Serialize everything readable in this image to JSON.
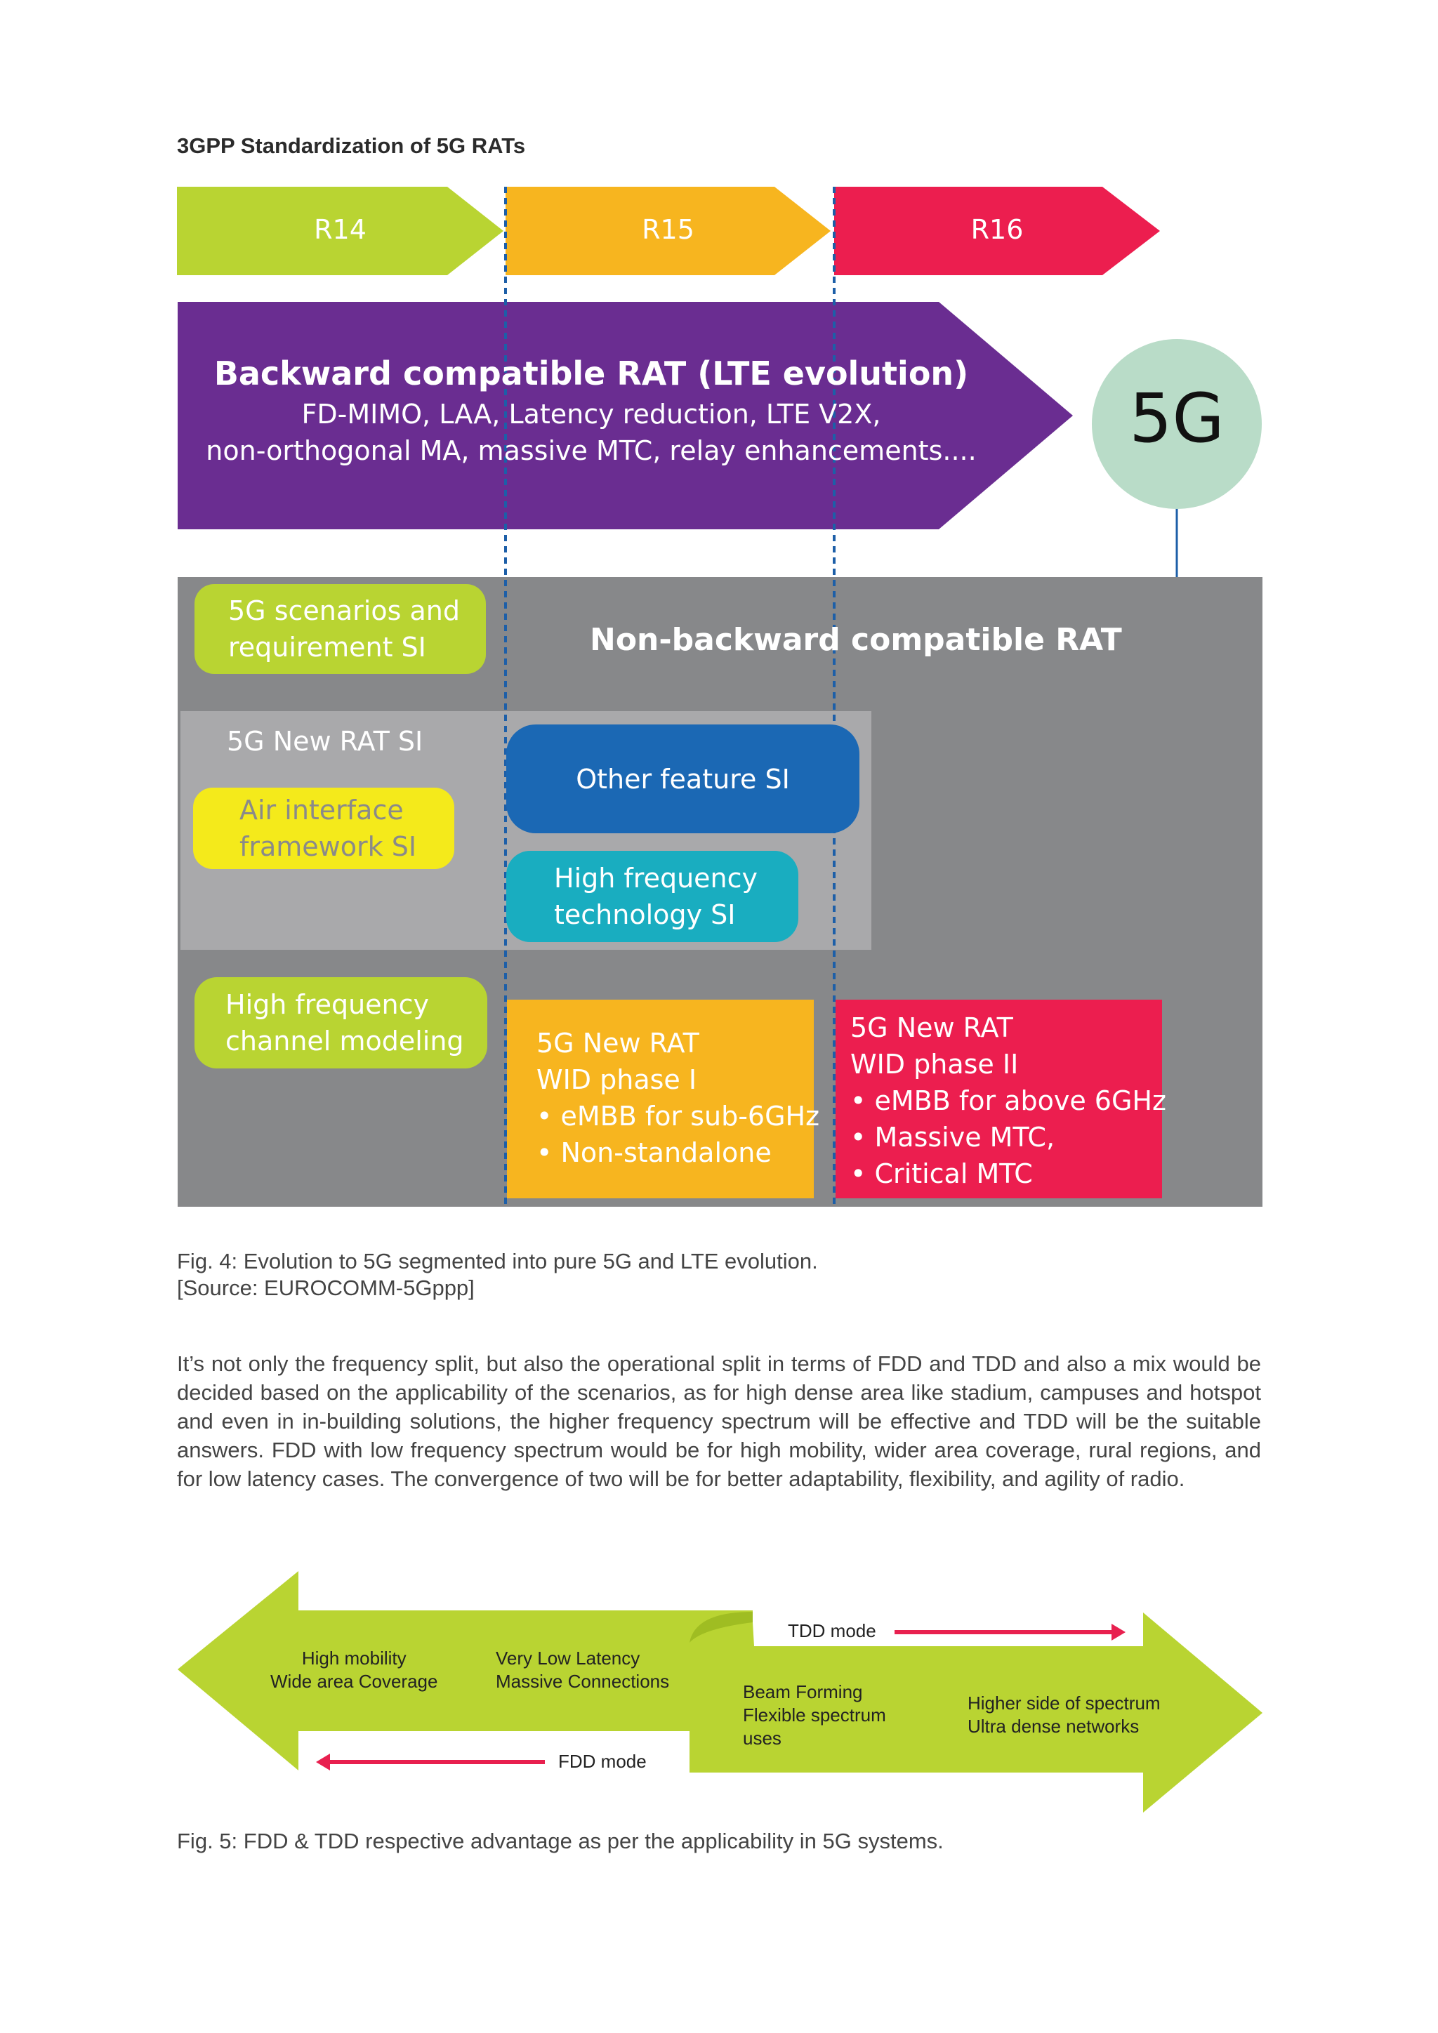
{
  "heading": "3GPP Standardization of 5G RATs",
  "figure4": {
    "releases": [
      "R14",
      "R15",
      "R16"
    ],
    "backward": {
      "title": "Backward compatible RAT (LTE evolution)",
      "line1": "FD-MIMO, LAA, Latency reduction, LTE V2X,",
      "line2": "non-orthogonal MA, massive MTC, relay enhancements...."
    },
    "badge": "5G",
    "non_backward_title": "Non-backward compatible RAT",
    "scenarios_si": [
      "5G scenarios and",
      "requirement SI"
    ],
    "new_rat_si_label": "5G New RAT SI",
    "air_interface": [
      "Air interface",
      "framework SI"
    ],
    "other_feature": "Other feature SI",
    "high_freq_tech": [
      "High frequency",
      "technology SI"
    ],
    "channel_modeling": [
      "High frequency",
      "channel modeling"
    ],
    "phase1": [
      "5G New RAT",
      "WID phase I",
      "• eMBB for sub-6GHz",
      "• Non-standalone"
    ],
    "phase2": [
      "5G New RAT",
      "WID phase II",
      "• eMBB for above 6GHz",
      "• Massive MTC,",
      "• Critical MTC"
    ],
    "colors": {
      "r14": "#b9d432",
      "r15": "#f7b51f",
      "r16": "#ec1e4f",
      "purple": "#6a2d91",
      "badge": "#b9dcc8",
      "gray_dark": "#87888a",
      "gray_light": "#a9a9ab",
      "blue": "#1b68b4",
      "teal": "#19adc0",
      "yellow": "#f4ea1b",
      "dashed": "#1d5fa8"
    }
  },
  "caption4": [
    "Fig. 4: Evolution to 5G segmented into pure 5G and LTE evolution.",
    "[Source: EUROCOMM-5Gppp]"
  ],
  "paragraph": "It’s not only the frequency split, but also the operational split in terms of FDD and TDD and also a mix would be decided based on the applicability of the scenarios, as for high dense area like stadium, campuses and hotspot and even in in-building solutions, the higher frequency spectrum will be effective and TDD will be the suitable answers. FDD with low frequency spectrum would be for high mobility, wider area coverage, rural regions, and for low latency cases. The convergence of two will be for better adaptability, flexibility, and agility of radio.",
  "figure5": {
    "left_col1": [
      "High mobility",
      "Wide area Coverage"
    ],
    "left_col2": [
      "Very Low Latency",
      "Massive Connections"
    ],
    "right_col1": [
      "Beam Forming",
      "Flexible spectrum",
      "uses"
    ],
    "right_col2": [
      "Higher side of spectrum",
      "Ultra dense networks"
    ],
    "tdd_label": "TDD mode",
    "fdd_label": "FDD mode"
  },
  "caption5": "Fig. 5: FDD & TDD respective advantage as per the applicability in 5G systems."
}
